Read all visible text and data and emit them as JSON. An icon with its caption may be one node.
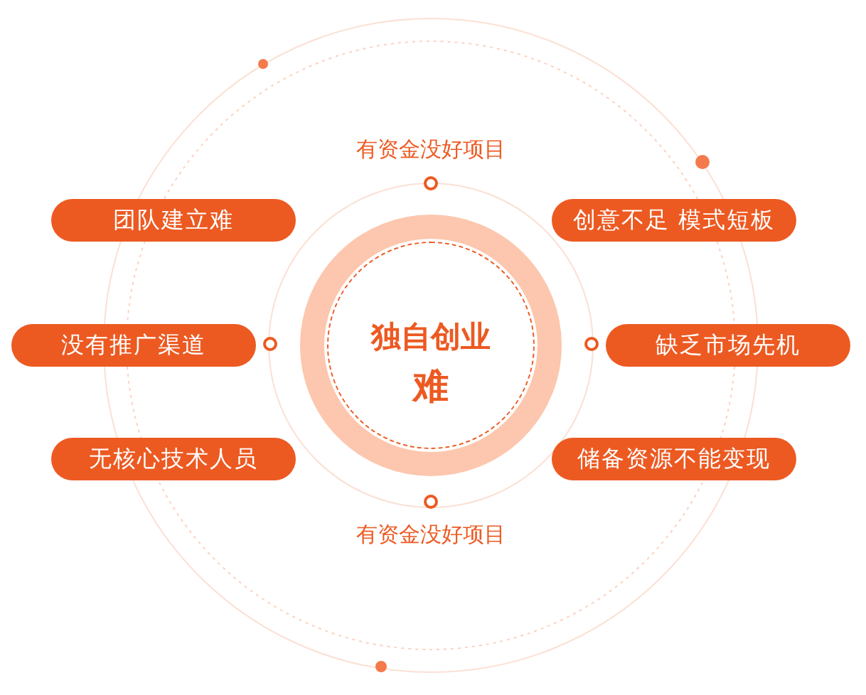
{
  "diagram": {
    "nodes": [
      {
        "text": [
          "独自创业",
          "难"
        ]
      },
      {
        "text": [
          "团队建立难"
        ]
      },
      {
        "text": [
          "创意不足 模式短板"
        ]
      },
      {
        "text": [
          "没有推广渠道"
        ]
      },
      {
        "text": [
          "缺乏市场先机"
        ]
      },
      {
        "text": [
          "无核心技术人员"
        ]
      },
      {
        "text": [
          "储备资源不能变现"
        ]
      }
    ],
    "edges": [],
    "labels": [
      "有资金没好项目",
      "有资金没好项目"
    ]
  }
}
